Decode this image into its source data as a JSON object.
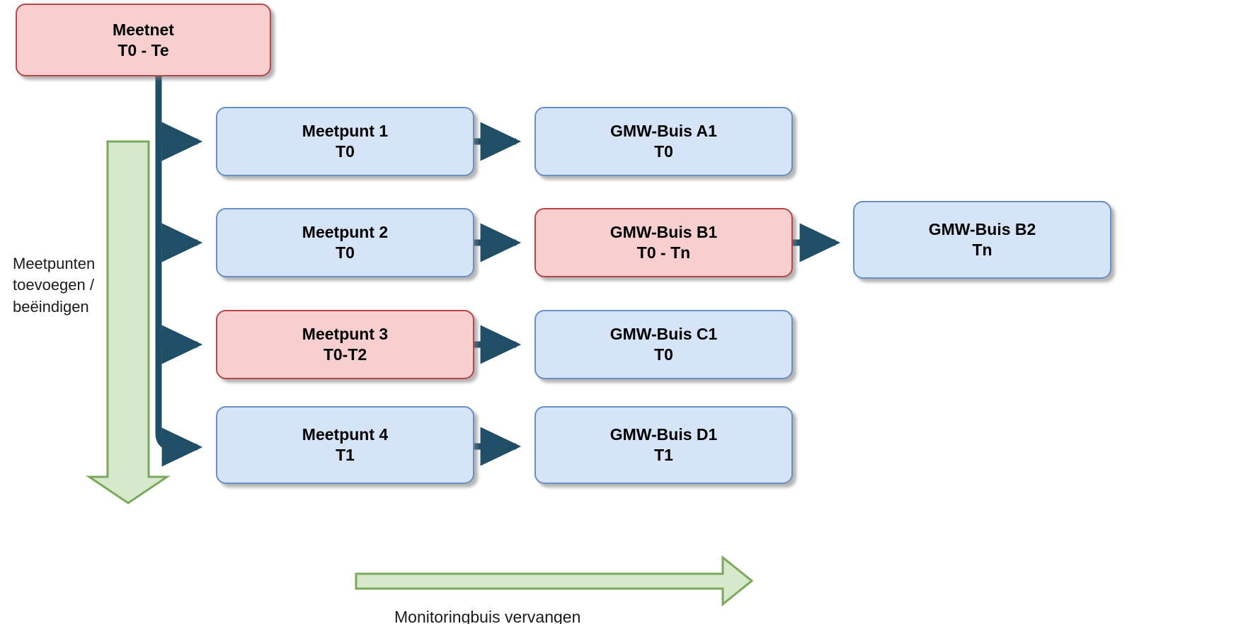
{
  "diagram": {
    "title_node": {
      "name": "meetnet",
      "line1": "Meetnet",
      "line2": "T0 - Te",
      "style": "pink"
    },
    "colors": {
      "blue_fill": "#d6e4f7",
      "blue_stroke": "#6b8fc4",
      "pink_fill": "#f7cfcf",
      "pink_stroke": "#b6474b",
      "connector": "#1f4e66",
      "green_fill": "#d7e9cd",
      "green_stroke": "#7aa95c",
      "text": "#000000",
      "background": "#ffffff"
    },
    "rows": [
      {
        "meetpunt": {
          "line1": "Meetpunt 1",
          "line2": "T0",
          "style": "blue"
        },
        "gmw": {
          "line1": "GMW-Buis A1",
          "line2": "T0",
          "style": "blue"
        }
      },
      {
        "meetpunt": {
          "line1": "Meetpunt 2",
          "line2": "T0",
          "style": "blue"
        },
        "gmw": {
          "line1": "GMW-Buis B1",
          "line2": "T0 - Tn",
          "style": "pink"
        },
        "gmw2": {
          "line1": "GMW-Buis B2",
          "line2": "Tn",
          "style": "blue"
        }
      },
      {
        "meetpunt": {
          "line1": "Meetpunt 3",
          "line2": "T0-T2",
          "style": "pink"
        },
        "gmw": {
          "line1": "GMW-Buis C1",
          "line2": "T0",
          "style": "blue"
        }
      },
      {
        "meetpunt": {
          "line1": "Meetpunt 4",
          "line2": "T1",
          "style": "blue"
        },
        "gmw": {
          "line1": "GMW-Buis D1",
          "line2": "T1",
          "style": "blue"
        }
      }
    ],
    "annotations": {
      "left_arrow_label": "Meetpunten\ntoevoegen /\nbeëindigen",
      "bottom_arrow_label": "Monitoringbuis vervangen"
    }
  }
}
